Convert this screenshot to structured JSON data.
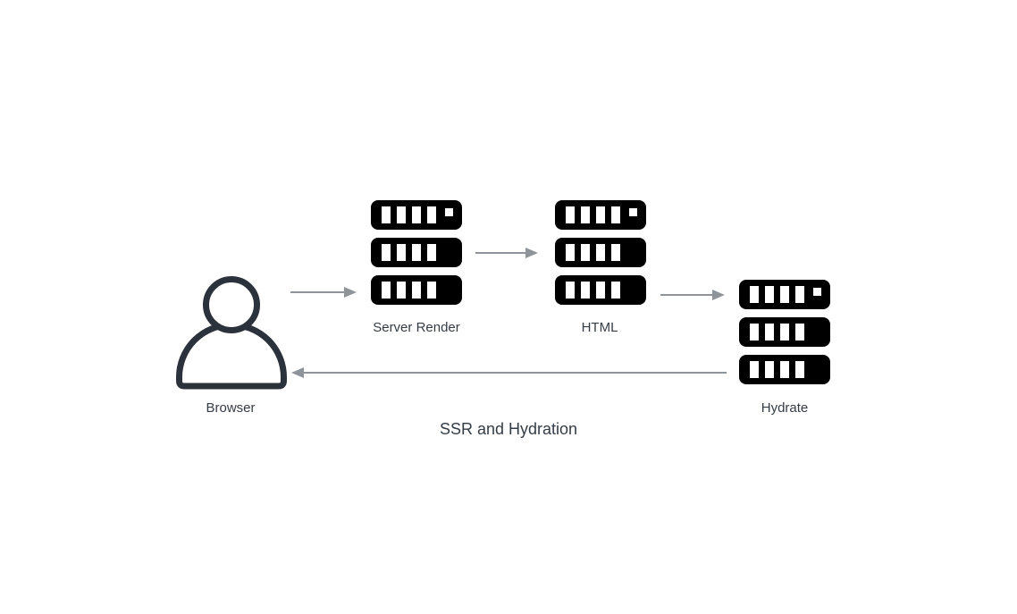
{
  "diagram": {
    "title": "SSR and Hydration",
    "nodes": {
      "browser": {
        "label": "Browser",
        "icon": "person-icon"
      },
      "server_render": {
        "label": "Server Render",
        "icon": "server-stack-icon"
      },
      "html": {
        "label": "HTML",
        "icon": "server-stack-icon"
      },
      "hydrate": {
        "label": "Hydrate",
        "icon": "server-stack-icon"
      }
    },
    "flow": [
      {
        "from": "Browser",
        "to": "Server Render",
        "direction": "right"
      },
      {
        "from": "Server Render",
        "to": "HTML",
        "direction": "right"
      },
      {
        "from": "HTML",
        "to": "Hydrate",
        "direction": "right"
      },
      {
        "from": "Hydrate",
        "to": "Browser",
        "direction": "left"
      }
    ],
    "colors": {
      "server_icon": "#000000",
      "person_icon": "#2b323c",
      "label_text": "#343c46",
      "arrow": "#8e9499",
      "background": "#ffffff"
    }
  }
}
